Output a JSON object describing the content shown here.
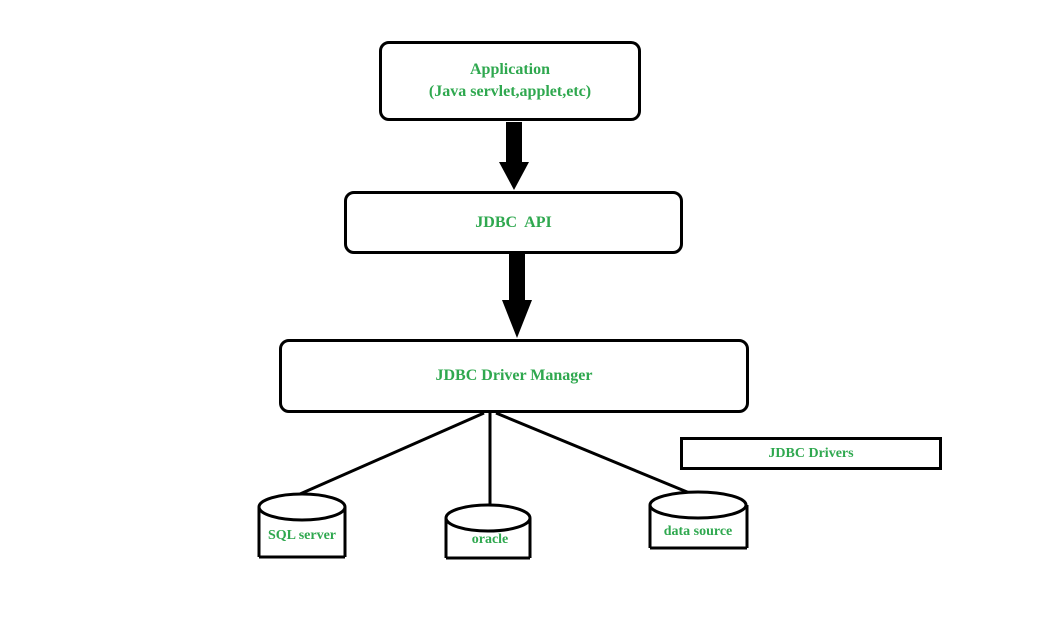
{
  "colors": {
    "text": "#2fa84f",
    "stroke": "#000000",
    "background": "#ffffff"
  },
  "application": {
    "title": "Application",
    "subtitle": "(Java servlet,applet,etc)"
  },
  "jdbc_api": {
    "label": "JDBC  API"
  },
  "driver_manager": {
    "label": "JDBC Driver Manager"
  },
  "jdbc_drivers": {
    "label": "JDBC Drivers"
  },
  "databases": [
    {
      "label": "SQL server"
    },
    {
      "label": "oracle"
    },
    {
      "label": "data source"
    }
  ]
}
